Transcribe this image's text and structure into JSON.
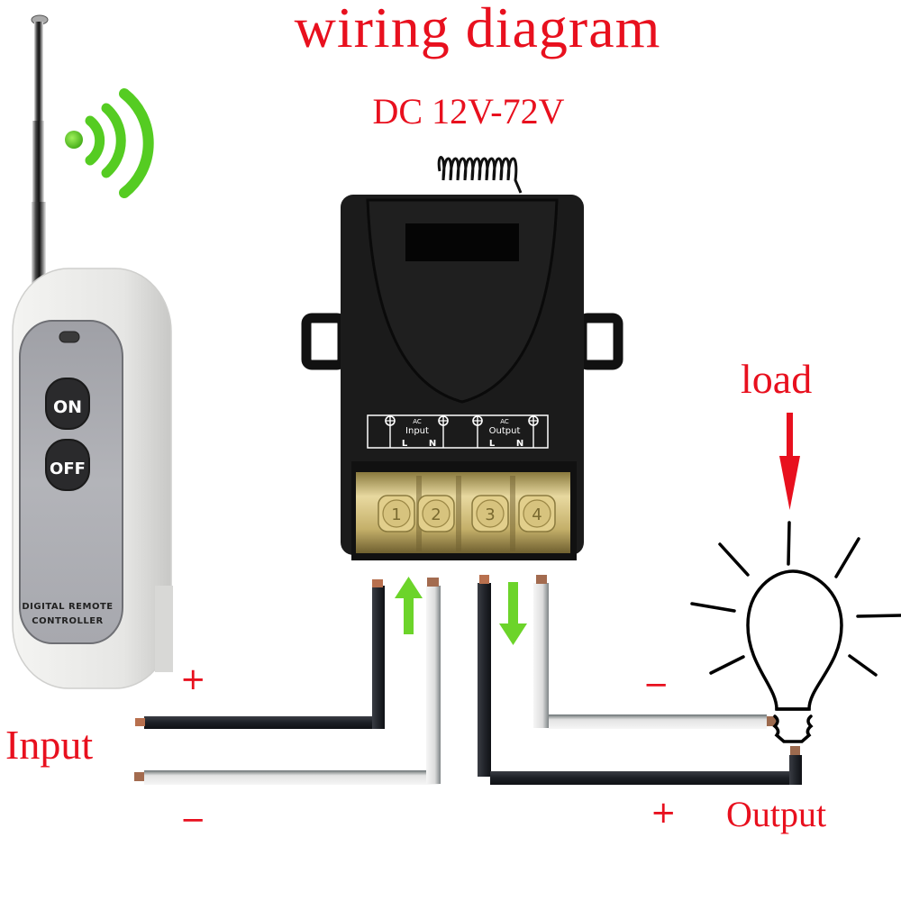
{
  "title": "wiring diagram",
  "subtitle": "DC 12V-72V",
  "remote": {
    "buttons": [
      {
        "label": "ON"
      },
      {
        "label": "OFF"
      }
    ],
    "brand_line1": "DIGITAL REMOTE",
    "brand_line2": "CONTROLLER",
    "signal_icon": "wireless-signal-icon"
  },
  "receiver": {
    "terminal_panel": {
      "input": {
        "header": "AC",
        "label": "Input",
        "pins": [
          "L",
          "N"
        ]
      },
      "output": {
        "header": "AC",
        "label": "Output",
        "pins": [
          "L",
          "N"
        ]
      }
    },
    "terminal_numbers": [
      "1",
      "2",
      "3",
      "4"
    ]
  },
  "labels": {
    "load": "load",
    "input": "Input",
    "output": "Output",
    "input_plus": "+",
    "input_minus": "−",
    "output_minus": "−",
    "output_plus": "+"
  },
  "colors": {
    "label_red": "#e8101e",
    "arrow_green": "#6cd42a",
    "signal_green": "#55cc22",
    "receiver_body": "#1a1a1a",
    "remote_body": "#e6e6e4",
    "remote_panel": "#a9aab0",
    "terminal_brass": "#c9b77a"
  }
}
